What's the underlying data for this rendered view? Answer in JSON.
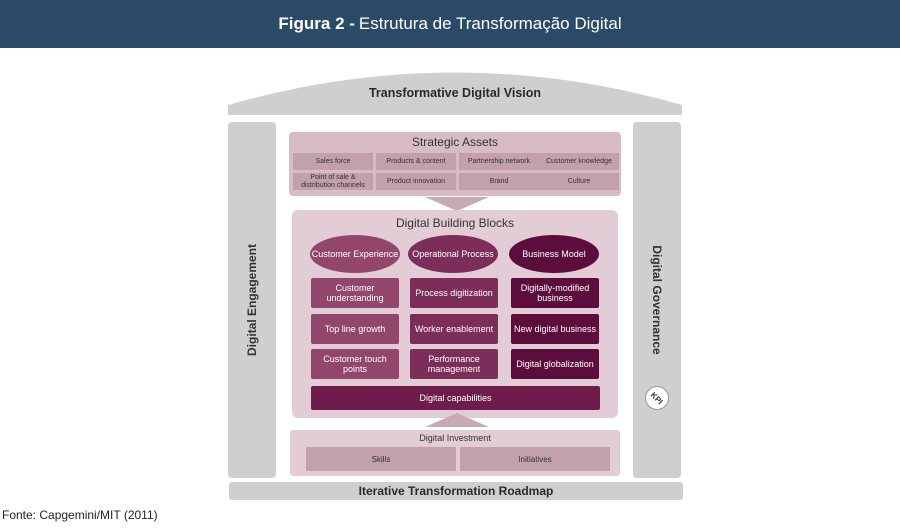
{
  "header": {
    "figure_label": "Figura 2 -",
    "title": "Estrutura de Transformação Digital"
  },
  "framework": {
    "vision": "Transformative Digital Vision",
    "left_pillar": "Digital Engagement",
    "right_pillar": "Digital Governance",
    "kpi": "KPI",
    "roadmap": "Iterative Transformation Roadmap",
    "strategic_assets": {
      "title": "Strategic Assets",
      "items": [
        "Sales force",
        "Products & content",
        "Partnership network",
        "Customer knowledge",
        "Point of sale & distribution channels",
        "Product innovation",
        "Brand",
        "Culture"
      ]
    },
    "building_blocks": {
      "title": "Digital Building Blocks",
      "pillars": [
        "Customer Experience",
        "Operational Process",
        "Business Model"
      ],
      "col1": [
        "Customer understanding",
        "Top line growth",
        "Customer touch points"
      ],
      "col2": [
        "Process digitization",
        "Worker enablement",
        "Performance management"
      ],
      "col3": [
        "Digitally-modified business",
        "New digital business",
        "Digital globalization"
      ],
      "capabilities": "Digital capabilities"
    },
    "investment": {
      "title": "Digital Investment",
      "items": [
        "Skills",
        "Initiatives"
      ]
    }
  },
  "source": "Fonte: Capgemini/MIT (2011)"
}
